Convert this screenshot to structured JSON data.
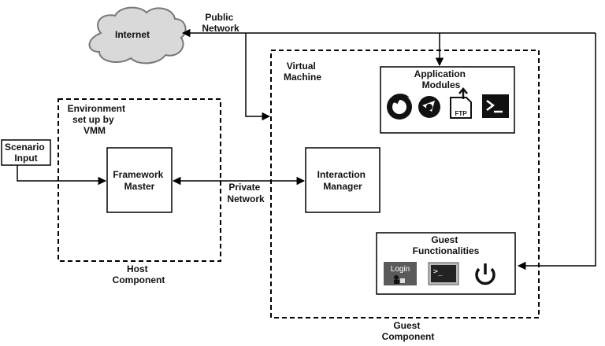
{
  "nodes": {
    "internet": "Internet",
    "public_network": [
      "Public",
      "Network"
    ],
    "virtual_machine": [
      "Virtual",
      "Machine"
    ],
    "application_modules": [
      "Application",
      "Modules"
    ],
    "environment": [
      "Environment",
      "set up by",
      "VMM"
    ],
    "scenario_input": [
      "Scenario",
      "Input"
    ],
    "framework_master": [
      "Framework",
      "Master"
    ],
    "private_network": [
      "Private",
      "Network"
    ],
    "interaction_manager": [
      "Interaction",
      "Manager"
    ],
    "guest_functionalities": [
      "Guest",
      "Functionalities"
    ],
    "host_component": [
      "Host",
      "Component"
    ],
    "guest_component": [
      "Guest",
      "Component"
    ]
  },
  "icons": {
    "ftp_label": "FTP",
    "terminal_prompt": ">_",
    "login_label": "Login",
    "app_icons": [
      "firefox-icon",
      "thunderbird-icon",
      "ftp-icon",
      "terminal-icon"
    ],
    "guest_icons": [
      "login-icon",
      "console-icon",
      "power-icon"
    ]
  }
}
